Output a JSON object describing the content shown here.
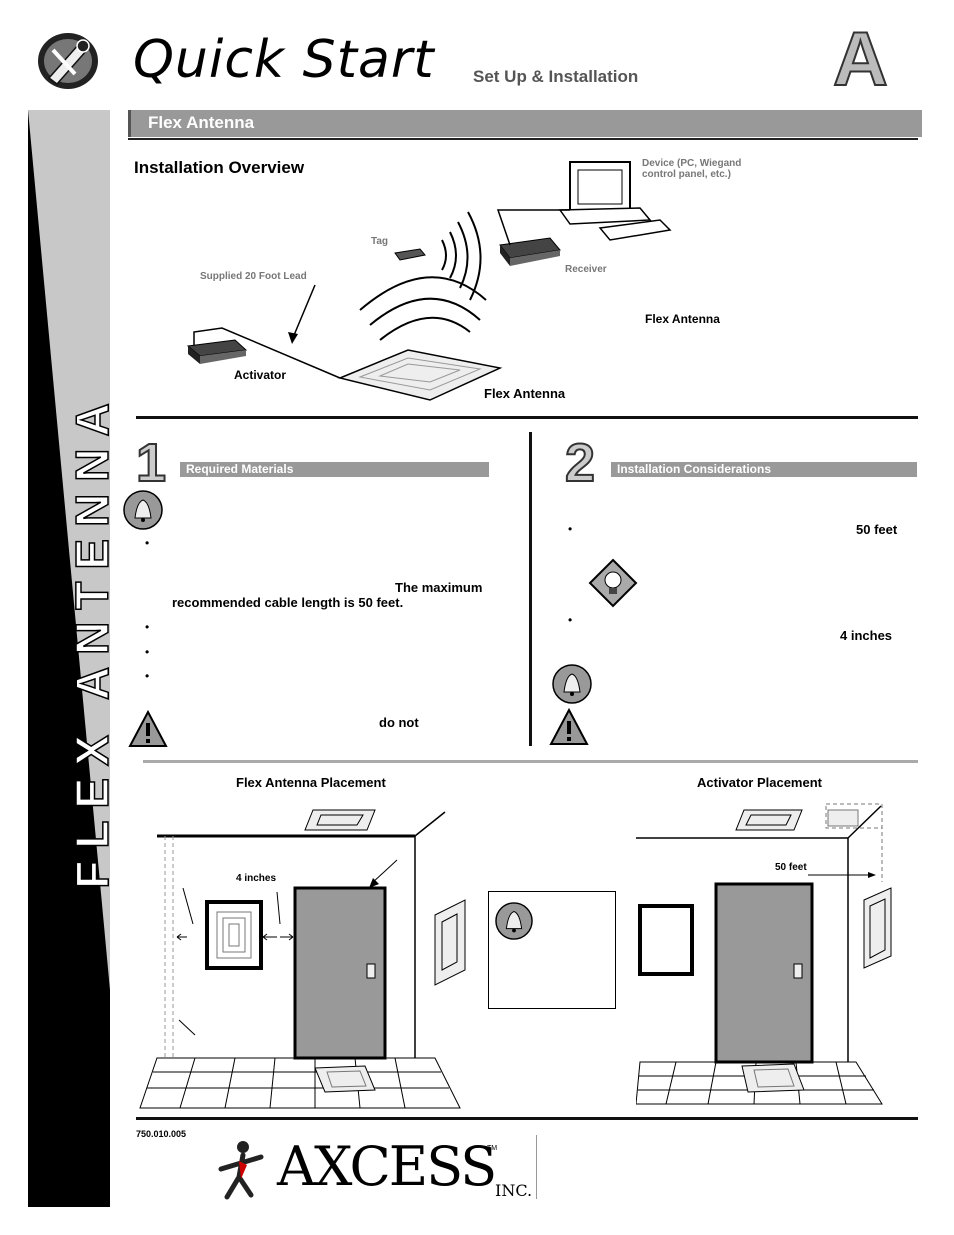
{
  "header": {
    "title": "Quick Start",
    "subtitle": "Set Up & Installation",
    "section_letter": "A"
  },
  "sidebar": {
    "text": "FLEX ANTENNA"
  },
  "section": {
    "title": "Flex Antenna"
  },
  "overview": {
    "heading": "Installation Overview",
    "device_label": "Device (PC, Wiegand control panel, etc.)",
    "tag_label": "Tag",
    "receiver_label": "Receiver",
    "lead_label": "Supplied 20 Foot Lead",
    "flex_antenna_right": "Flex Antenna",
    "activator_label": "Activator",
    "flex_antenna_bottom": "Flex Antenna"
  },
  "step1": {
    "number": "1",
    "title": "Required Materials",
    "bold1": "The maximum",
    "bold2": "recommended cable length is 50 feet.",
    "warning_bold": "do not",
    "bullets": [
      "•",
      "•",
      "•",
      "•"
    ]
  },
  "step2": {
    "number": "2",
    "title": "Installation Considerations",
    "bold1": "50 feet",
    "bold2": "4 inches",
    "bullets": [
      "•",
      "•"
    ]
  },
  "placement": {
    "flex_title": "Flex Antenna Placement",
    "activator_title": "Activator Placement",
    "four_inches": "4 inches",
    "fifty_feet": "50 feet"
  },
  "footer": {
    "code": "750.010.005",
    "logo_text": "AXCESS",
    "logo_tm": "TM",
    "logo_inc": "INC."
  }
}
